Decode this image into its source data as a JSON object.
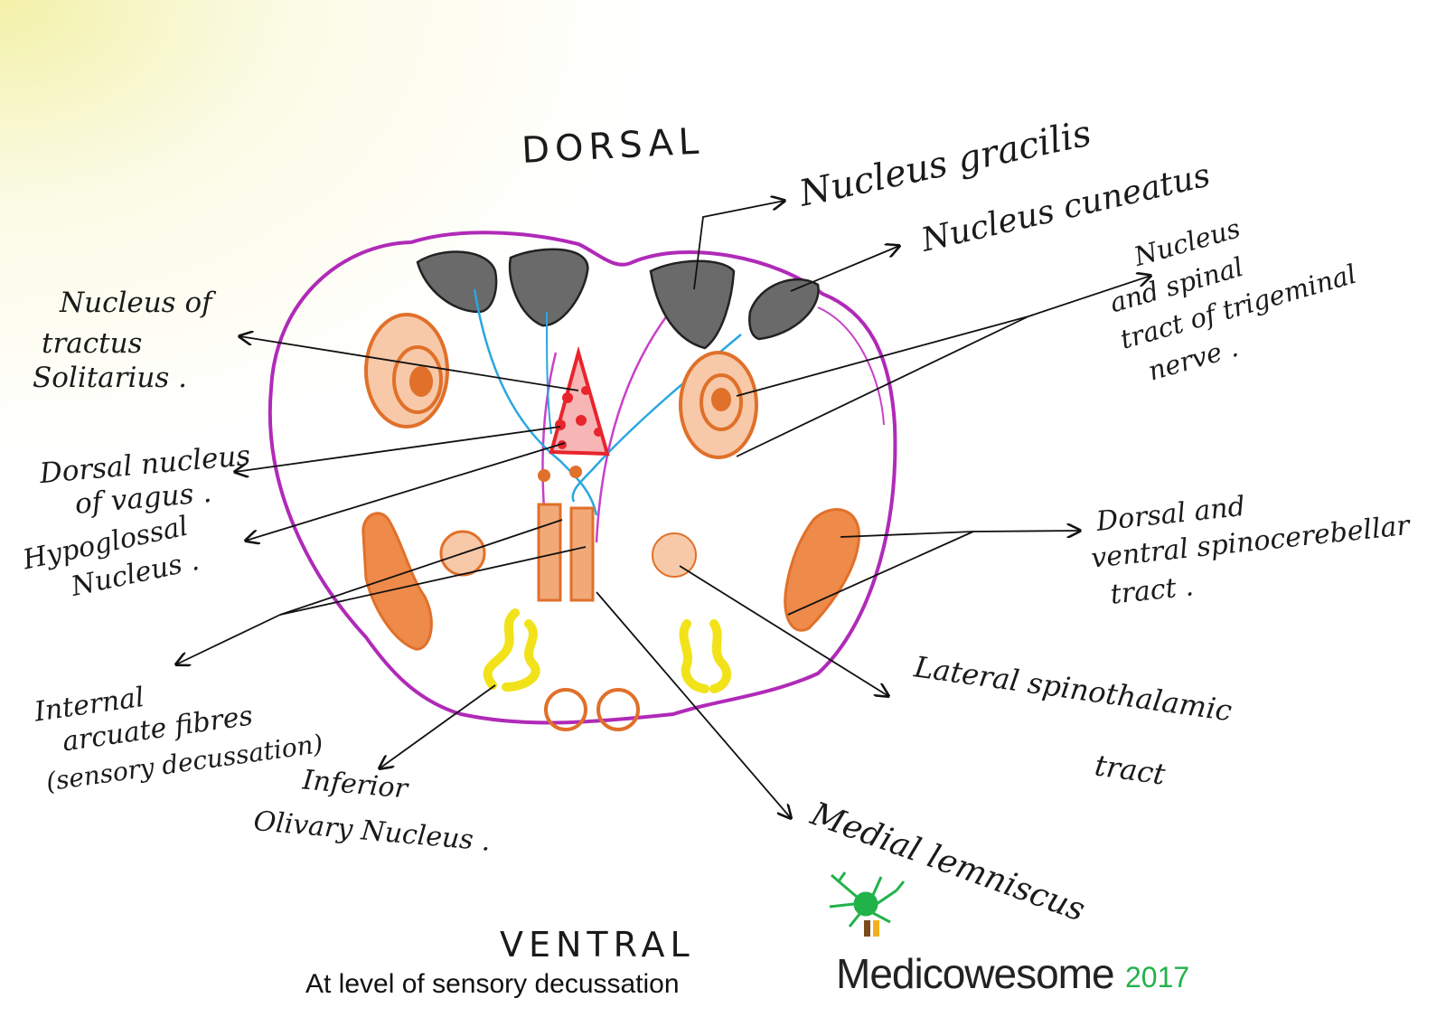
{
  "orientation": {
    "top": "DORSAL",
    "bottom": "VENTRAL"
  },
  "labels": {
    "nucleus_gracilis": "Nucleus gracilis",
    "nucleus_cuneatus": "Nucleus cuneatus",
    "nts_line1": "Nucleus of",
    "nts_line2": "tractus",
    "nts_line3": "Solitarius .",
    "trigeminal_line1": "Nucleus",
    "trigeminal_line2": "and spinal",
    "trigeminal_line3": "tract of trigeminal",
    "trigeminal_line4": "nerve .",
    "vagus_line1": "Dorsal nucleus",
    "vagus_line2": "of vagus .",
    "hypoglossal_line1": "Hypoglossal",
    "hypoglossal_line2": "Nucleus .",
    "spinocerebellar_line1": "Dorsal and",
    "spinocerebellar_line2": "ventral spinocerebellar",
    "spinocerebellar_line3": "tract .",
    "arcuate_line1": "Internal",
    "arcuate_line2": "arcuate fibres",
    "arcuate_line3": "(sensory decussation)",
    "olivary_line1": "Inferior",
    "olivary_line2": "Olivary Nucleus .",
    "spinothalamic_line1": "Lateral spinothalamic",
    "spinothalamic_line2": "tract",
    "medial_lemniscus": "Medial lemniscus"
  },
  "caption": "At level of sensory decussation",
  "brand": {
    "name": "Medicowesome",
    "year": "2017"
  },
  "colors": {
    "outline": "#b02ab8",
    "gray_nuclei": "#555555",
    "orange": "#e0702a",
    "red": "#e8242c",
    "blue": "#2aa6e0",
    "yellow": "#f2e21a",
    "brand_green": "#22b24a"
  }
}
